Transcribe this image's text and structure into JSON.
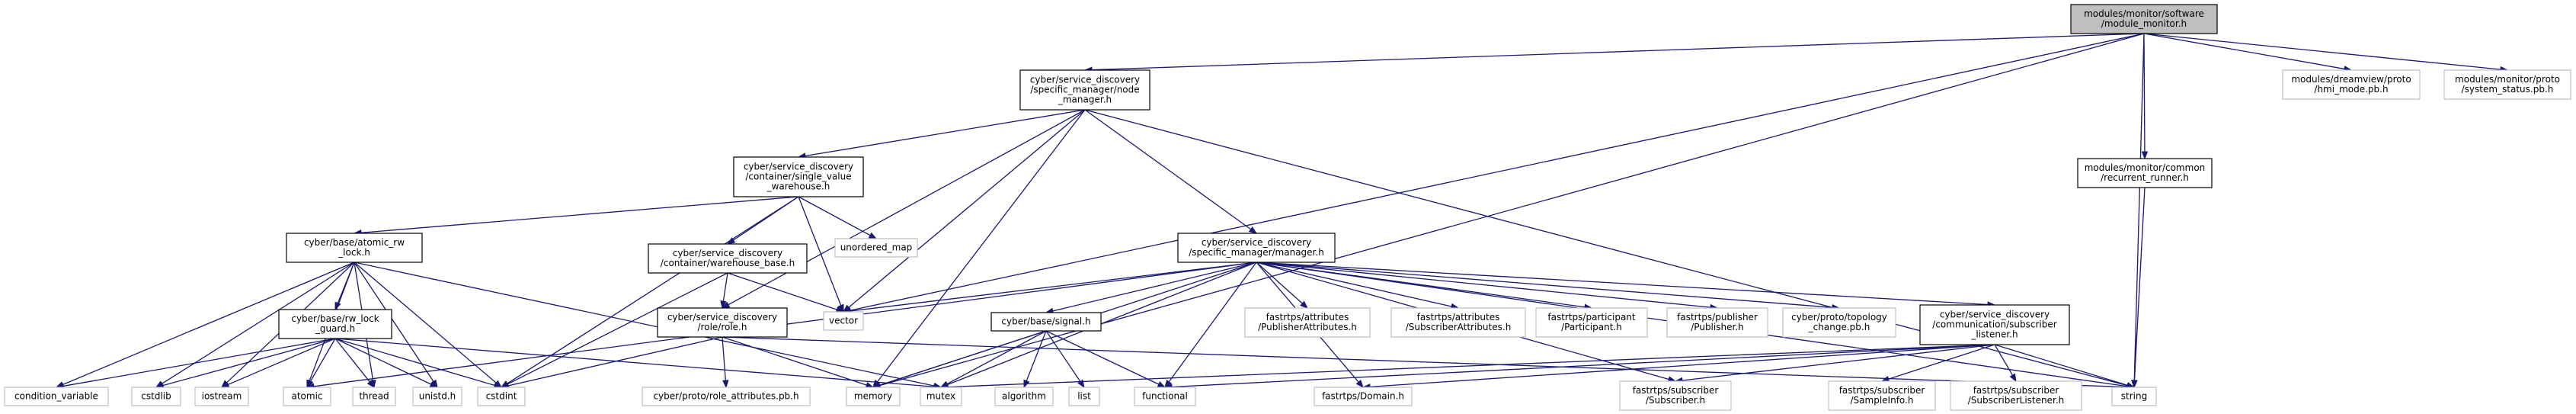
{
  "colors": {
    "edge": "#191970",
    "root_fill": "#bfbfbf",
    "root_stroke": "#000000",
    "documented_fill": "#ffffff",
    "documented_stroke": "#000000",
    "external_fill": "#ffffff",
    "external_stroke": "#bfbfbf"
  },
  "nodes": [
    {
      "id": "module_monitor",
      "kind": "root",
      "lines": [
        "modules/monitor/software",
        "/module_monitor.h"
      ]
    },
    {
      "id": "node_manager",
      "kind": "documented",
      "lines": [
        "cyber/service_discovery",
        "/specific_manager/node",
        "_manager.h"
      ]
    },
    {
      "id": "hmi_mode",
      "kind": "external",
      "lines": [
        "modules/dreamview/proto",
        "/hmi_mode.pb.h"
      ]
    },
    {
      "id": "system_status",
      "kind": "external",
      "lines": [
        "modules/monitor/proto",
        "/system_status.pb.h"
      ]
    },
    {
      "id": "recurrent_runner",
      "kind": "documented",
      "lines": [
        "modules/monitor/common",
        "/recurrent_runner.h"
      ]
    },
    {
      "id": "single_value_warehouse",
      "kind": "documented",
      "lines": [
        "cyber/service_discovery",
        "/container/single_value",
        "_warehouse.h"
      ]
    },
    {
      "id": "atomic_rw_lock",
      "kind": "documented",
      "lines": [
        "cyber/base/atomic_rw",
        "_lock.h"
      ]
    },
    {
      "id": "warehouse_base",
      "kind": "documented",
      "lines": [
        "cyber/service_discovery",
        "/container/warehouse_base.h"
      ]
    },
    {
      "id": "unordered_map",
      "kind": "external",
      "lines": [
        "unordered_map"
      ]
    },
    {
      "id": "manager",
      "kind": "documented",
      "lines": [
        "cyber/service_discovery",
        "/specific_manager/manager.h"
      ]
    },
    {
      "id": "rw_lock_guard",
      "kind": "documented",
      "lines": [
        "cyber/base/rw_lock",
        "_guard.h"
      ]
    },
    {
      "id": "role",
      "kind": "documented",
      "lines": [
        "cyber/service_discovery",
        "/role/role.h"
      ]
    },
    {
      "id": "vector",
      "kind": "external",
      "lines": [
        "vector"
      ]
    },
    {
      "id": "signal",
      "kind": "documented",
      "lines": [
        "cyber/base/signal.h"
      ]
    },
    {
      "id": "publisher_attributes",
      "kind": "external",
      "lines": [
        "fastrtps/attributes",
        "/PublisherAttributes.h"
      ]
    },
    {
      "id": "subscriber_attributes",
      "kind": "external",
      "lines": [
        "fastrtps/attributes",
        "/SubscriberAttributes.h"
      ]
    },
    {
      "id": "participant",
      "kind": "external",
      "lines": [
        "fastrtps/participant",
        "/Participant.h"
      ]
    },
    {
      "id": "publisher",
      "kind": "external",
      "lines": [
        "fastrtps/publisher",
        "/Publisher.h"
      ]
    },
    {
      "id": "topology_change",
      "kind": "external",
      "lines": [
        "cyber/proto/topology",
        "_change.pb.h"
      ]
    },
    {
      "id": "subscriber_listener",
      "kind": "documented",
      "lines": [
        "cyber/service_discovery",
        "/communication/subscriber",
        "_listener.h"
      ]
    },
    {
      "id": "condition_variable",
      "kind": "external",
      "lines": [
        "condition_variable"
      ]
    },
    {
      "id": "cstdlib",
      "kind": "external",
      "lines": [
        "cstdlib"
      ]
    },
    {
      "id": "iostream",
      "kind": "external",
      "lines": [
        "iostream"
      ]
    },
    {
      "id": "atomic",
      "kind": "external",
      "lines": [
        "atomic"
      ]
    },
    {
      "id": "thread",
      "kind": "external",
      "lines": [
        "thread"
      ]
    },
    {
      "id": "unistd",
      "kind": "external",
      "lines": [
        "unistd.h"
      ]
    },
    {
      "id": "cstdint",
      "kind": "external",
      "lines": [
        "cstdint"
      ]
    },
    {
      "id": "role_attributes",
      "kind": "external",
      "lines": [
        "cyber/proto/role_attributes.pb.h"
      ]
    },
    {
      "id": "memory",
      "kind": "external",
      "lines": [
        "memory"
      ]
    },
    {
      "id": "mutex",
      "kind": "external",
      "lines": [
        "mutex"
      ]
    },
    {
      "id": "algorithm",
      "kind": "external",
      "lines": [
        "algorithm"
      ]
    },
    {
      "id": "list",
      "kind": "external",
      "lines": [
        "list"
      ]
    },
    {
      "id": "functional",
      "kind": "external",
      "lines": [
        "functional"
      ]
    },
    {
      "id": "domain",
      "kind": "external",
      "lines": [
        "fastrtps/Domain.h"
      ]
    },
    {
      "id": "subscriber",
      "kind": "external",
      "lines": [
        "fastrtps/subscriber",
        "/Subscriber.h"
      ]
    },
    {
      "id": "sample_info",
      "kind": "external",
      "lines": [
        "fastrtps/subscriber",
        "/SampleInfo.h"
      ]
    },
    {
      "id": "subscriber_listener_ext",
      "kind": "external",
      "lines": [
        "fastrtps/subscriber",
        "/SubscriberListener.h"
      ]
    },
    {
      "id": "string",
      "kind": "external",
      "lines": [
        "string"
      ]
    }
  ],
  "edges": [
    [
      "module_monitor",
      "node_manager"
    ],
    [
      "module_monitor",
      "hmi_mode"
    ],
    [
      "module_monitor",
      "system_status"
    ],
    [
      "module_monitor",
      "recurrent_runner"
    ],
    [
      "module_monitor",
      "string"
    ],
    [
      "module_monitor",
      "vector"
    ],
    [
      "module_monitor",
      "memory"
    ],
    [
      "node_manager",
      "single_value_warehouse"
    ],
    [
      "node_manager",
      "manager"
    ],
    [
      "node_manager",
      "role"
    ],
    [
      "node_manager",
      "vector"
    ],
    [
      "node_manager",
      "memory"
    ],
    [
      "node_manager",
      "string"
    ],
    [
      "recurrent_runner",
      "string"
    ],
    [
      "single_value_warehouse",
      "atomic_rw_lock"
    ],
    [
      "single_value_warehouse",
      "warehouse_base"
    ],
    [
      "single_value_warehouse",
      "unordered_map"
    ],
    [
      "single_value_warehouse",
      "vector"
    ],
    [
      "single_value_warehouse",
      "cstdint"
    ],
    [
      "atomic_rw_lock",
      "rw_lock_guard"
    ],
    [
      "atomic_rw_lock",
      "condition_variable"
    ],
    [
      "atomic_rw_lock",
      "cstdlib"
    ],
    [
      "atomic_rw_lock",
      "iostream"
    ],
    [
      "atomic_rw_lock",
      "atomic"
    ],
    [
      "atomic_rw_lock",
      "thread"
    ],
    [
      "atomic_rw_lock",
      "unistd"
    ],
    [
      "atomic_rw_lock",
      "cstdint"
    ],
    [
      "atomic_rw_lock",
      "mutex"
    ],
    [
      "rw_lock_guard",
      "condition_variable"
    ],
    [
      "rw_lock_guard",
      "cstdlib"
    ],
    [
      "rw_lock_guard",
      "iostream"
    ],
    [
      "rw_lock_guard",
      "atomic"
    ],
    [
      "rw_lock_guard",
      "thread"
    ],
    [
      "rw_lock_guard",
      "unistd"
    ],
    [
      "rw_lock_guard",
      "cstdint"
    ],
    [
      "rw_lock_guard",
      "mutex"
    ],
    [
      "warehouse_base",
      "role"
    ],
    [
      "warehouse_base",
      "vector"
    ],
    [
      "warehouse_base",
      "cstdint"
    ],
    [
      "role",
      "role_attributes"
    ],
    [
      "role",
      "memory"
    ],
    [
      "role",
      "string"
    ],
    [
      "role",
      "cstdint"
    ],
    [
      "manager",
      "signal"
    ],
    [
      "manager",
      "publisher_attributes"
    ],
    [
      "manager",
      "subscriber_attributes"
    ],
    [
      "manager",
      "participant"
    ],
    [
      "manager",
      "publisher"
    ],
    [
      "manager",
      "topology_change"
    ],
    [
      "manager",
      "subscriber_listener"
    ],
    [
      "manager",
      "vector"
    ],
    [
      "manager",
      "memory"
    ],
    [
      "manager",
      "mutex"
    ],
    [
      "manager",
      "atomic"
    ],
    [
      "manager",
      "functional"
    ],
    [
      "manager",
      "domain"
    ],
    [
      "manager",
      "subscriber"
    ],
    [
      "manager",
      "string"
    ],
    [
      "signal",
      "memory"
    ],
    [
      "signal",
      "mutex"
    ],
    [
      "signal",
      "algorithm"
    ],
    [
      "signal",
      "list"
    ],
    [
      "signal",
      "functional"
    ],
    [
      "subscriber_listener",
      "mutex"
    ],
    [
      "subscriber_listener",
      "functional"
    ],
    [
      "subscriber_listener",
      "domain"
    ],
    [
      "subscriber_listener",
      "subscriber"
    ],
    [
      "subscriber_listener",
      "sample_info"
    ],
    [
      "subscriber_listener",
      "subscriber_listener_ext"
    ],
    [
      "subscriber_listener",
      "string"
    ]
  ]
}
